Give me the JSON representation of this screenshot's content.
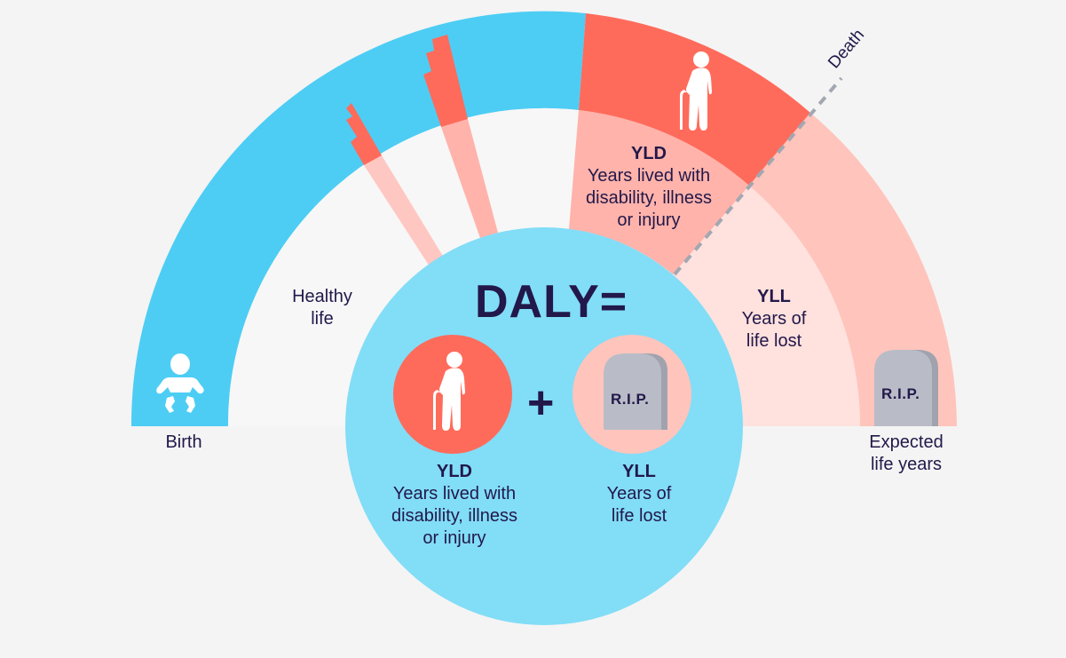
{
  "title": "DALY=",
  "colors": {
    "background": "#F4F4F4",
    "healthy_band": "#4DCDF4",
    "yld_band": "#FF6B5B",
    "yld_inner": "#FFB3AB",
    "yll_band": "#FFC4BC",
    "yll_inner": "#FFE1DD",
    "spike_inner": "#FFC7C2",
    "center_circle": "#82DDF7",
    "tombstone": "#B9BCC7",
    "tombstone_shadow": "#A0A3AE",
    "text": "#22184A",
    "death_line": "#A3A7B1"
  },
  "arc": {
    "birth_label": "Birth",
    "healthy_label": [
      "Healthy",
      "life"
    ],
    "expected_label": [
      "Expected",
      "life years"
    ],
    "death_label": "Death",
    "yld": {
      "title": "YLD",
      "lines": [
        "Years lived with",
        "disability, illness",
        "or injury"
      ]
    },
    "yll": {
      "title": "YLL",
      "lines": [
        "Years of",
        "life lost"
      ]
    },
    "tombstone_text": "R.I.P."
  },
  "formula": {
    "heading": "DALY=",
    "operator": "+",
    "left": {
      "title": "YLD",
      "lines": [
        "Years lived with",
        "disability, illness",
        "or injury"
      ],
      "icon": "elderly-person-with-cane-icon"
    },
    "right": {
      "title": "YLL",
      "lines": [
        "Years of",
        "life lost"
      ],
      "icon": "tombstone-icon",
      "tombstone_text": "R.I.P."
    }
  },
  "icons": {
    "birth": "baby-icon",
    "yld": "elderly-person-with-cane-icon",
    "yll": "tombstone-icon"
  }
}
